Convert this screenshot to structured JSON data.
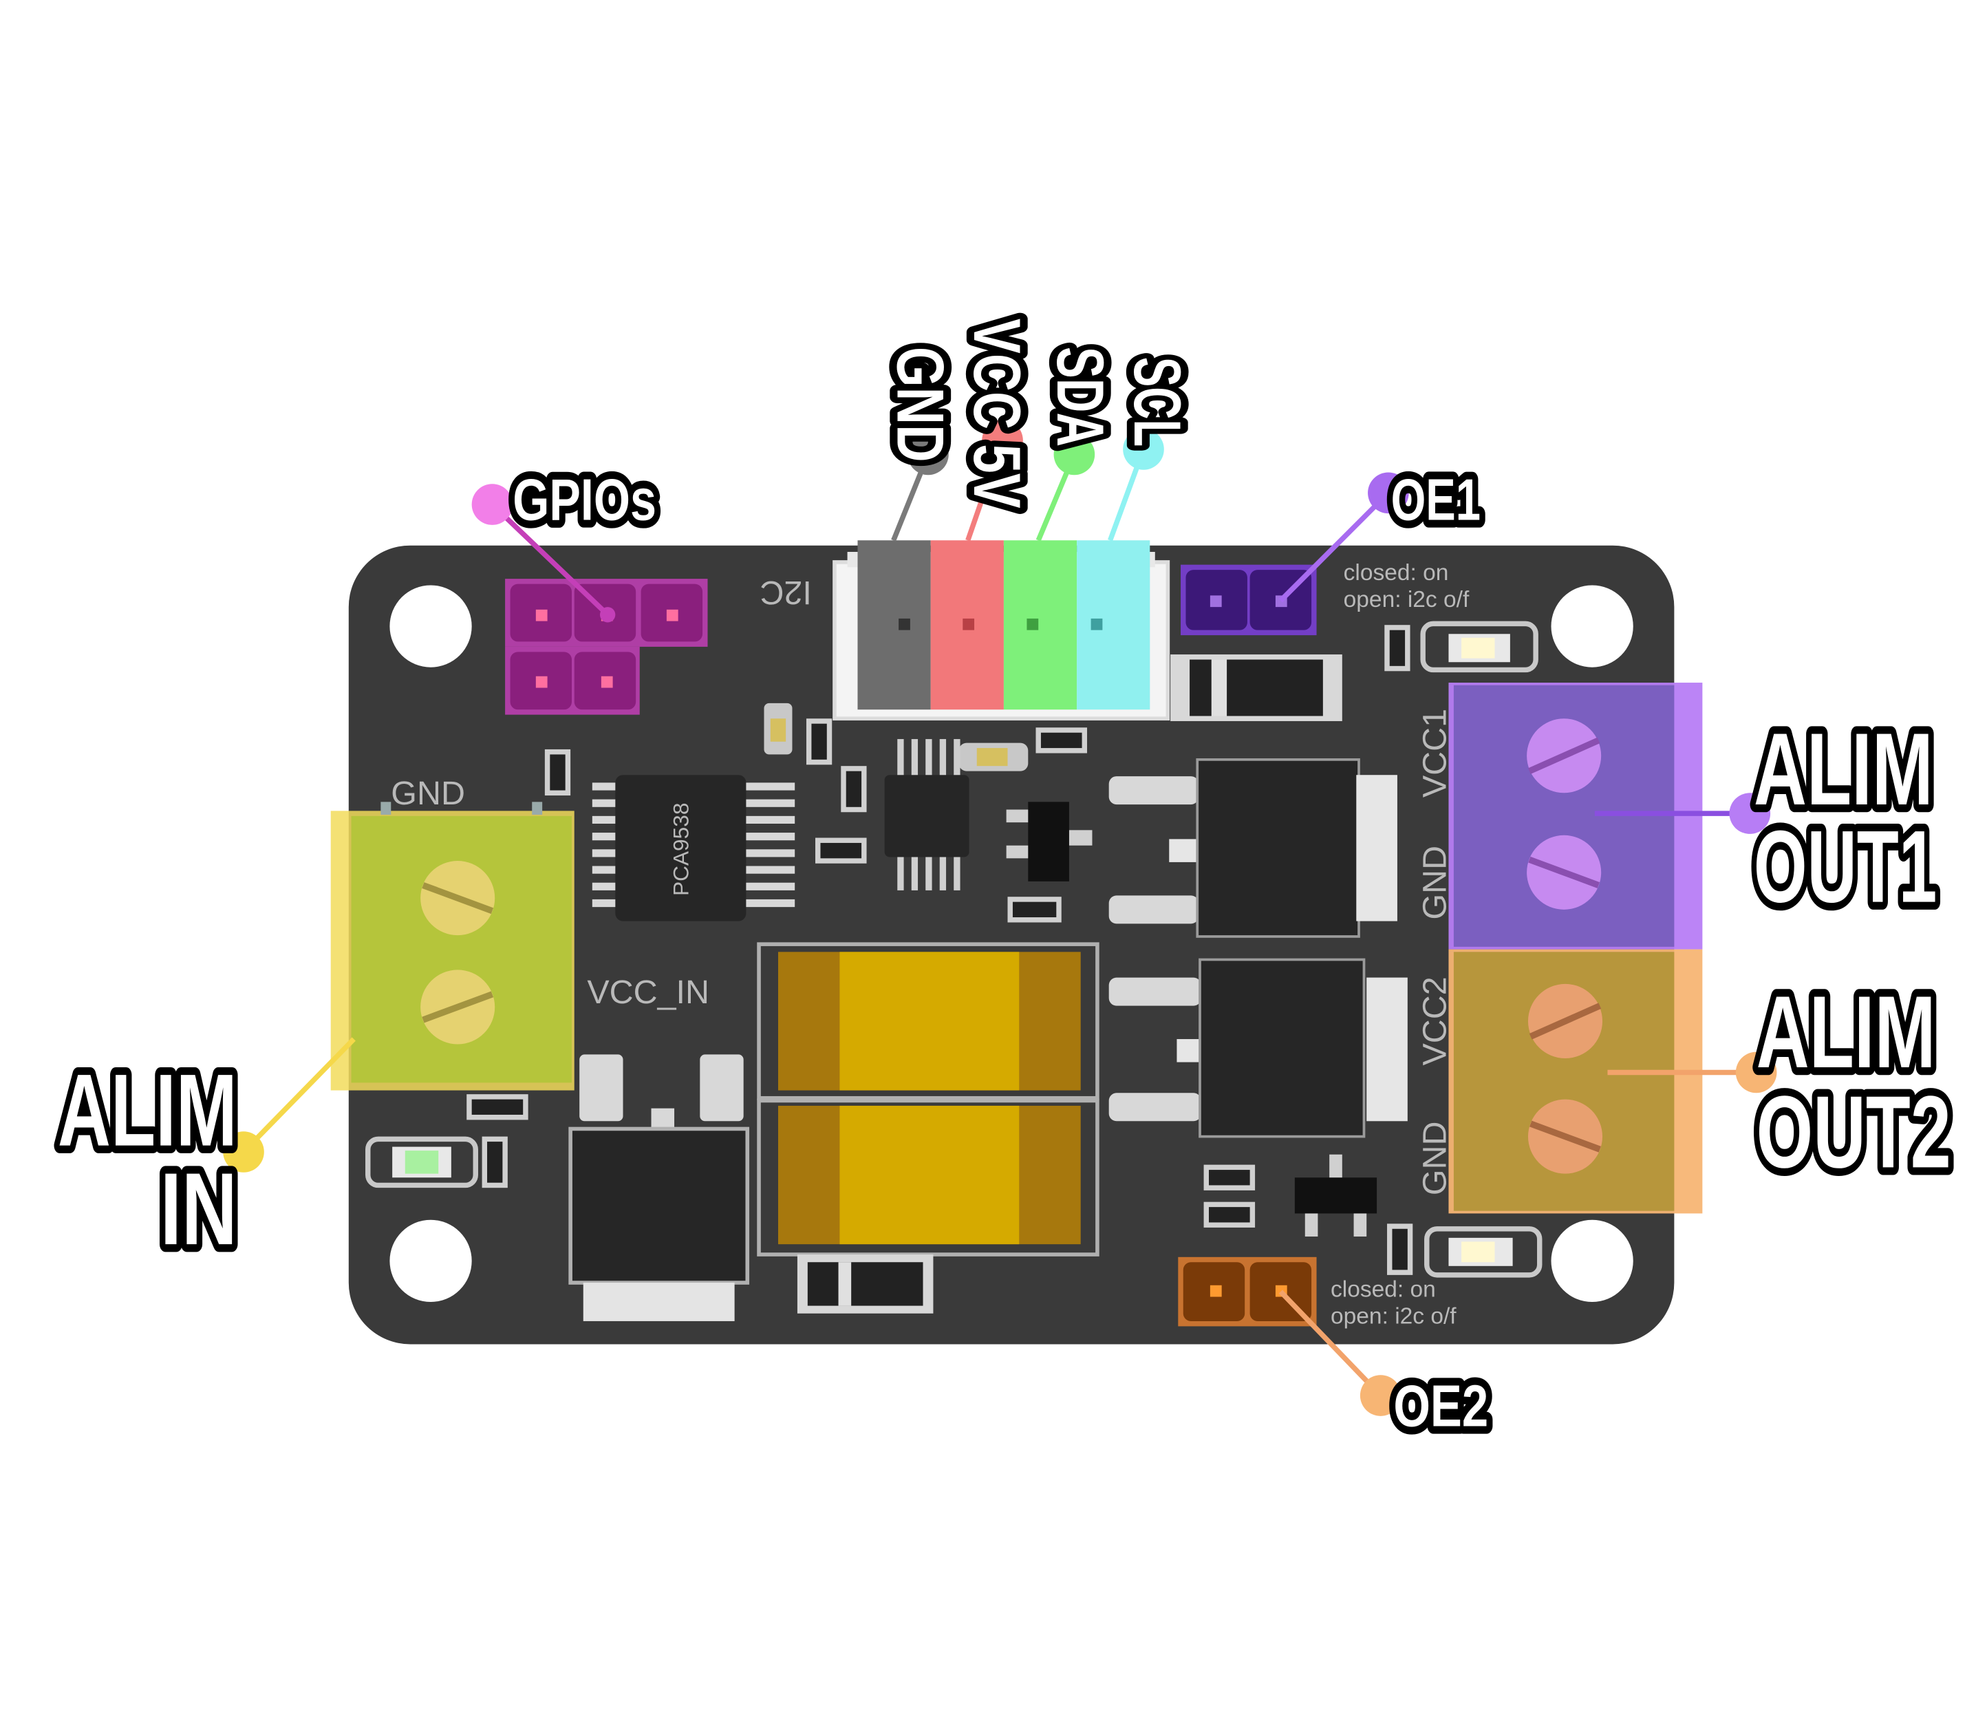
{
  "labels": {
    "gpios": "GPIOs",
    "gnd": "GND",
    "vcc5v": "VCC 5V",
    "sda": "SDA",
    "scl": "SCL",
    "oe1": "OE1",
    "oe2": "OE2",
    "alim_in": [
      "ALIM",
      "IN"
    ],
    "alim_out1": [
      "ALIM",
      "OUT1"
    ],
    "alim_out2": [
      "ALIM",
      "OUT2"
    ]
  },
  "silkscreen": {
    "i2c": "I2C",
    "gnd": "GND",
    "vcc_in": "VCC_IN",
    "chip": "PCA9538",
    "vcc1": "VCC1",
    "gnd1": "GND",
    "vcc2": "VCC2",
    "gnd2": "GND",
    "oe1_closed": "closed: on",
    "oe1_open": "open: i2c o/f",
    "oe2_closed": "closed: on",
    "oe2_open": "open: i2c o/f"
  },
  "colors": {
    "board": "#3a3a3a",
    "gpios": "#f27fe8",
    "gnd": "#7a7a7a",
    "vcc5v": "#f37d7d",
    "sda": "#7ff07a",
    "scl": "#8ff2f2",
    "oe1": "#a86bf0",
    "oe2": "#f2a36b",
    "alim_in": "#f5d84a",
    "alim_out1": "#b77df5",
    "alim_out2": "#f7b574"
  }
}
